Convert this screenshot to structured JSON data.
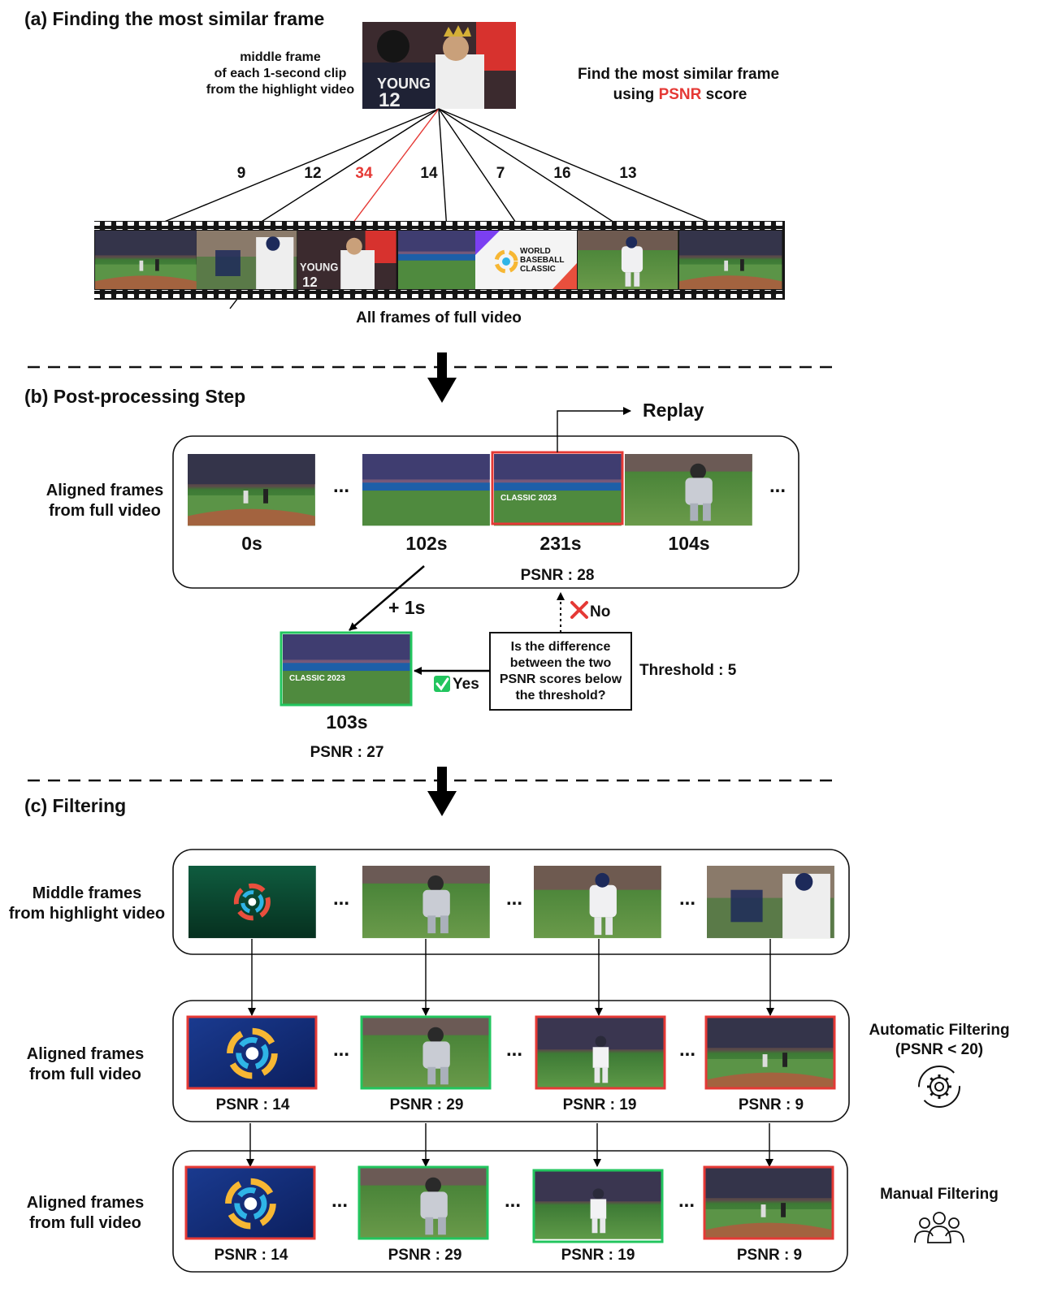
{
  "section_a": {
    "title": "(a) Finding the most similar frame",
    "query_caption": [
      "middle frame",
      "of each 1-second clip",
      "from the highlight video"
    ],
    "find_text_1": "Find the most similar frame",
    "find_text_2_prefix": "using ",
    "find_text_2_highlight": "PSNR",
    "find_text_2_suffix": " score",
    "scores": [
      "9",
      "12",
      "34",
      "14",
      "7",
      "16",
      "13"
    ],
    "highlight_score": "34",
    "filmstrip_caption": "All frames of full video",
    "thumb_text": {
      "jersey_name": "YOUNG",
      "jersey_number": "12",
      "wbc_logo_lines": [
        "WORLD",
        "BASEBALL",
        "CLASSIC"
      ]
    }
  },
  "section_b": {
    "title": "(b) Post-processing Step",
    "replay_label": "Replay",
    "row_label": [
      "Aligned frames",
      "from full video"
    ],
    "frames": [
      {
        "time": "0s"
      },
      {
        "time": "102s"
      },
      {
        "time": "231s"
      },
      {
        "time": "104s"
      }
    ],
    "selected_psnr": "PSNR : 28",
    "plus_label": "+ 1s",
    "no_label": "No",
    "yes_label": "Yes",
    "question": [
      "Is the difference",
      "between the two",
      "PSNR scores below",
      "the threshold?"
    ],
    "threshold": "Threshold : 5",
    "result_time": "103s",
    "result_psnr": "PSNR : 27",
    "banner_text": "CLASSIC 2023",
    "dots": "..."
  },
  "section_c": {
    "title": "(c) Filtering",
    "row1_label": [
      "Middle frames",
      "from highlight video"
    ],
    "row2_label": [
      "Aligned frames",
      "from full video"
    ],
    "row3_label": [
      "Aligned frames",
      "from full video"
    ],
    "auto_filter": [
      "Automatic Filtering",
      "(PSNR < 20)"
    ],
    "manual_filter": "Manual Filtering",
    "row2": [
      {
        "psnr": "PSNR : 14",
        "status": "rejected"
      },
      {
        "psnr": "PSNR : 29",
        "status": "accepted"
      },
      {
        "psnr": "PSNR : 19",
        "status": "rejected"
      },
      {
        "psnr": "PSNR : 9",
        "status": "rejected"
      }
    ],
    "row3": [
      {
        "psnr": "PSNR : 14",
        "status": "rejected"
      },
      {
        "psnr": "PSNR : 29",
        "status": "accepted"
      },
      {
        "psnr": "PSNR : 19",
        "status": "accepted"
      },
      {
        "psnr": "PSNR : 9",
        "status": "rejected"
      }
    ],
    "dots": "..."
  },
  "colors": {
    "accepted": "#22c55e",
    "rejected": "#e53935",
    "highlight": "#e53935",
    "text": "#111111"
  }
}
